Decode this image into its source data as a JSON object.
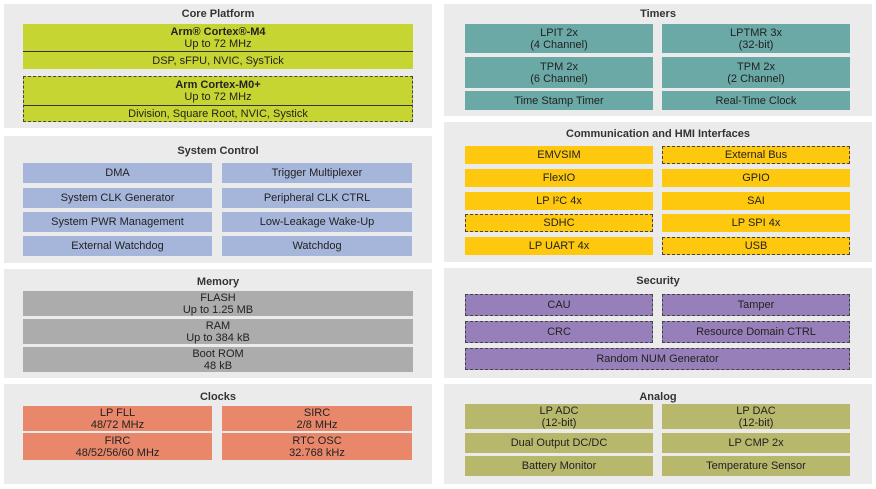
{
  "colors": {
    "panel_bg": "#ebebeb",
    "core": "#c6d531",
    "system_control": "#a5b6da",
    "memory": "#acacac",
    "clocks": "#e8876a",
    "timers": "#6ba9a7",
    "communication": "#fdc80e",
    "security": "#9780b9",
    "analog": "#b8b86c"
  },
  "panels": {
    "core": {
      "title": "Core Platform",
      "m4": {
        "name": "Arm® Cortex®-M4",
        "freq": "Up to 72 MHz",
        "features": "DSP, sFPU, NVIC, SysTick",
        "dashed": false
      },
      "m0": {
        "name": "Arm Cortex-M0+",
        "freq": "Up to 72 MHz",
        "features": "Division, Square Root, NVIC, Systick",
        "dashed": true
      }
    },
    "system_control": {
      "title": "System Control",
      "items": [
        {
          "lines": [
            "DMA"
          ]
        },
        {
          "lines": [
            "Trigger Multiplexer"
          ]
        },
        {
          "lines": [
            "System CLK Generator"
          ]
        },
        {
          "lines": [
            "Peripheral CLK CTRL"
          ]
        },
        {
          "lines": [
            "System PWR Management"
          ]
        },
        {
          "lines": [
            "Low-Leakage Wake-Up"
          ]
        },
        {
          "lines": [
            "External Watchdog"
          ]
        },
        {
          "lines": [
            "Watchdog"
          ]
        }
      ]
    },
    "memory": {
      "title": "Memory",
      "items": [
        {
          "lines": [
            "FLASH",
            "Up to 1.25 MB"
          ]
        },
        {
          "lines": [
            "RAM",
            "Up to 384 kB"
          ]
        },
        {
          "lines": [
            "Boot ROM",
            "48 kB"
          ]
        }
      ]
    },
    "clocks": {
      "title": "Clocks",
      "items": [
        {
          "lines": [
            "LP FLL",
            "48/72 MHz"
          ]
        },
        {
          "lines": [
            "SIRC",
            "2/8 MHz"
          ]
        },
        {
          "lines": [
            "FIRC",
            "48/52/56/60 MHz"
          ]
        },
        {
          "lines": [
            "RTC OSC",
            "32.768 kHz"
          ]
        }
      ]
    },
    "timers": {
      "title": "Timers",
      "items": [
        {
          "lines": [
            "LPIT 2x",
            "(4 Channel)"
          ]
        },
        {
          "lines": [
            "LPTMR 3x",
            "(32-bit)"
          ]
        },
        {
          "lines": [
            "TPM 2x",
            "(6 Channel)"
          ]
        },
        {
          "lines": [
            "TPM 2x",
            "(2 Channel)"
          ]
        },
        {
          "lines": [
            "Time Stamp Timer"
          ]
        },
        {
          "lines": [
            "Real-Time Clock"
          ]
        }
      ]
    },
    "communication": {
      "title": "Communication and HMI Interfaces",
      "items": [
        {
          "lines": [
            "EMVSIM"
          ]
        },
        {
          "lines": [
            "External Bus"
          ],
          "dashed": true
        },
        {
          "lines": [
            "FlexIO"
          ]
        },
        {
          "lines": [
            "GPIO"
          ]
        },
        {
          "lines": [
            "LP I²C 4x"
          ]
        },
        {
          "lines": [
            "SAI"
          ]
        },
        {
          "lines": [
            "SDHC"
          ],
          "dashed": true
        },
        {
          "lines": [
            "LP SPI 4x"
          ]
        },
        {
          "lines": [
            "LP UART 4x"
          ]
        },
        {
          "lines": [
            "USB"
          ],
          "dashed": true
        }
      ]
    },
    "security": {
      "title": "Security",
      "items": [
        {
          "lines": [
            "CAU"
          ],
          "dashed": true
        },
        {
          "lines": [
            "Tamper"
          ],
          "dashed": true
        },
        {
          "lines": [
            "CRC"
          ],
          "dashed": true
        },
        {
          "lines": [
            "Resource Domain CTRL"
          ],
          "dashed": true
        },
        {
          "lines": [
            "Random NUM Generator"
          ],
          "dashed": true
        }
      ]
    },
    "analog": {
      "title": "Analog",
      "items": [
        {
          "lines": [
            "LP ADC",
            "(12-bit)"
          ]
        },
        {
          "lines": [
            "LP DAC",
            "(12-bit)"
          ]
        },
        {
          "lines": [
            "Dual Output DC/DC"
          ]
        },
        {
          "lines": [
            "LP CMP 2x"
          ]
        },
        {
          "lines": [
            "Battery Monitor"
          ]
        },
        {
          "lines": [
            "Temperature Sensor"
          ]
        }
      ]
    }
  }
}
